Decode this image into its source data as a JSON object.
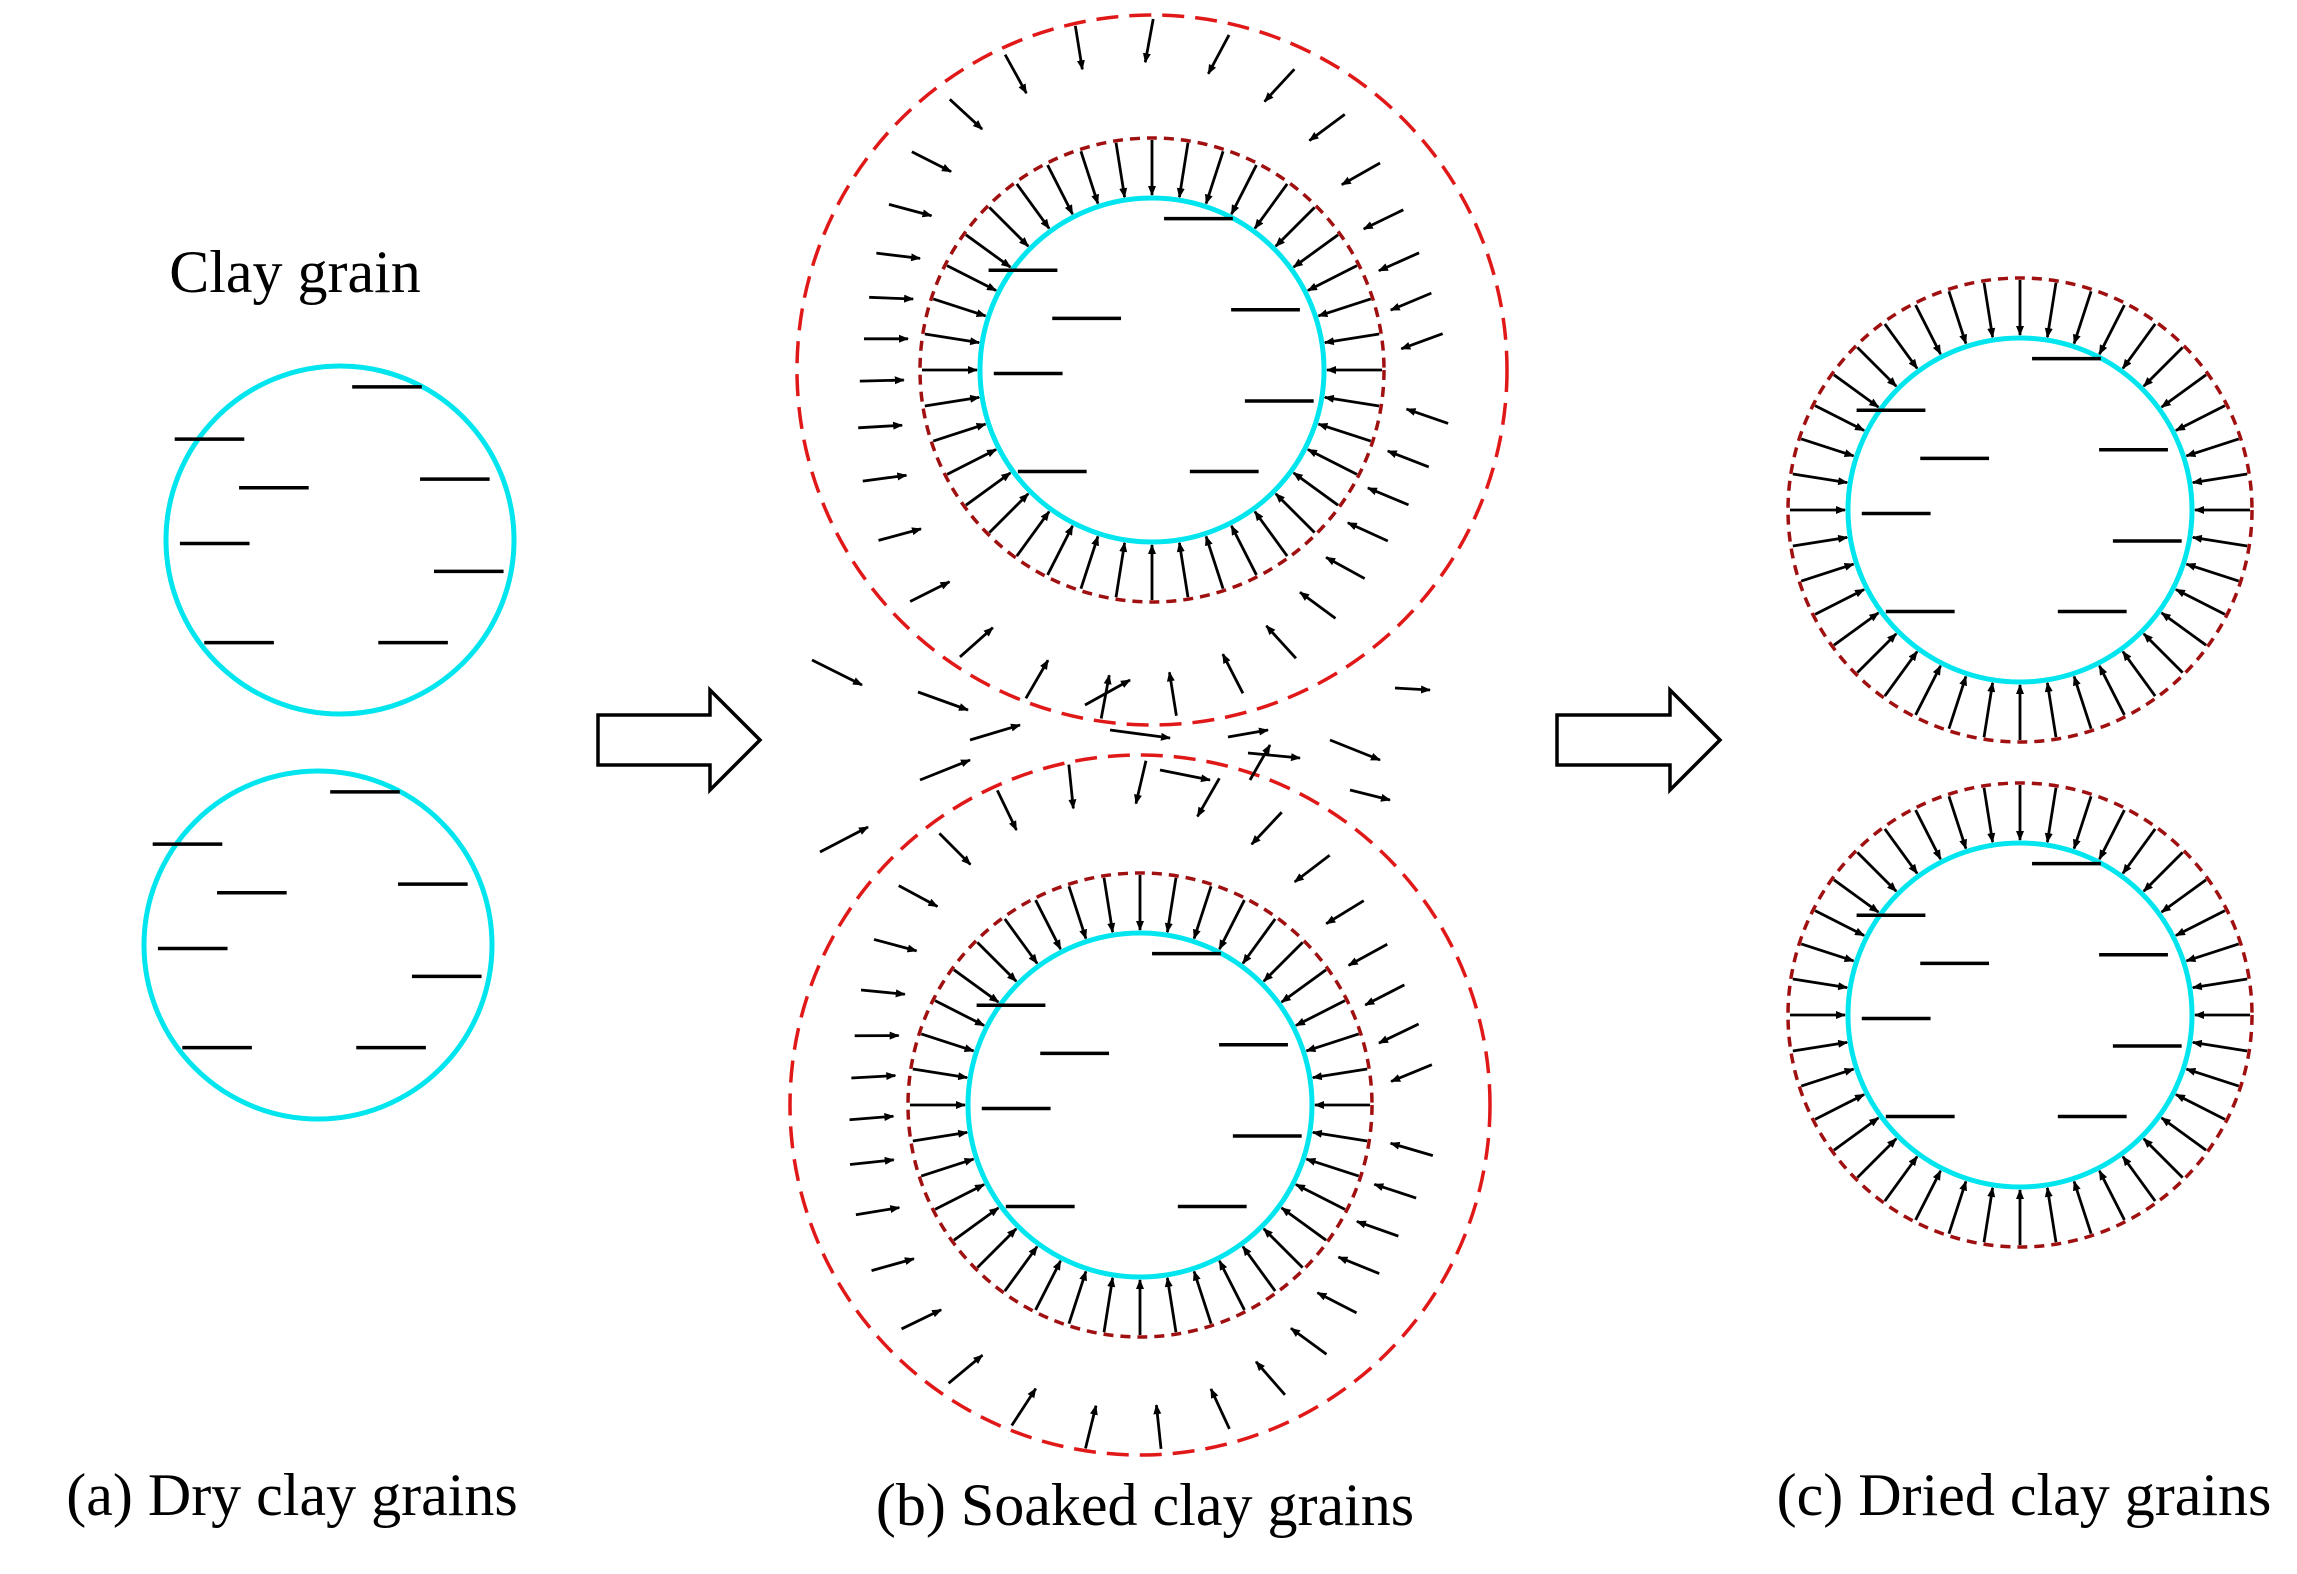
{
  "labels": {
    "grain_caption": "Clay grain",
    "panel_a": "(a) Dry clay grains",
    "panel_b": "(b) Soaked clay grains",
    "panel_c": "(c) Dried clay grains"
  },
  "colors": {
    "grain_outline": "#00e5ee",
    "outer_water_shell": "#e01818",
    "inner_water_shell": "#a01010",
    "arrows_and_platelets": "#000000"
  },
  "icons": {
    "transition": "hollow-right-arrow",
    "water_flow": "small-black-arrow"
  },
  "panels": [
    {
      "id": "a",
      "state": "dry",
      "grains": 2,
      "water_shells": 0
    },
    {
      "id": "b",
      "state": "soaked",
      "grains": 2,
      "water_shells": 2,
      "arrow_direction": "inward"
    },
    {
      "id": "c",
      "state": "dried",
      "grains": 2,
      "water_shells": 1,
      "arrow_direction": "inward"
    }
  ]
}
